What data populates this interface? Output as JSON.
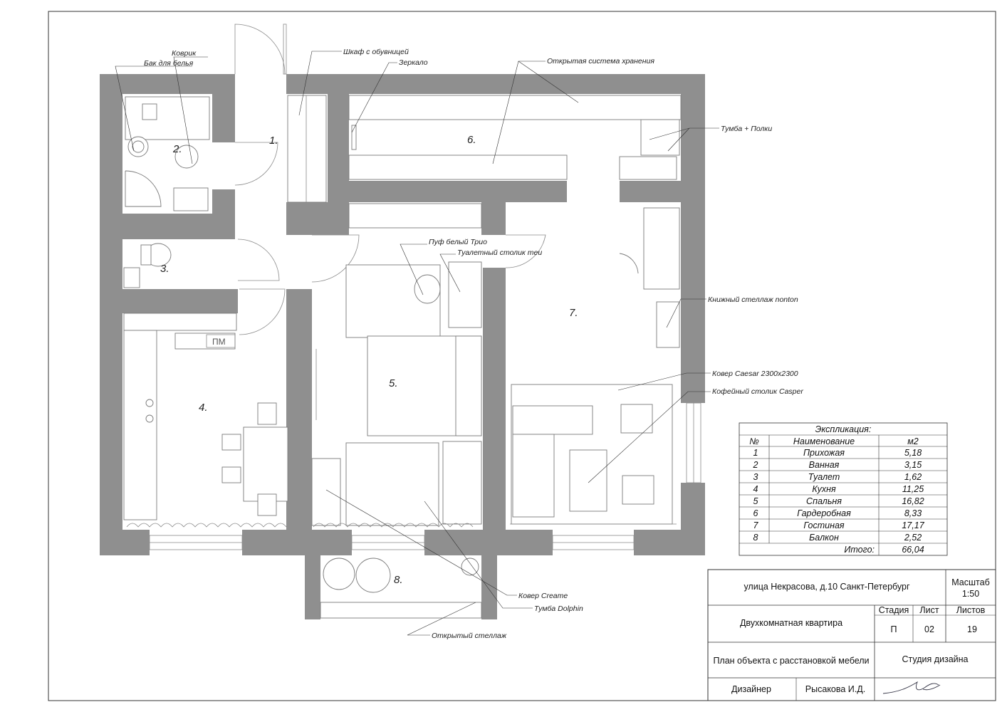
{
  "rooms": [
    {
      "num": "1."
    },
    {
      "num": "2."
    },
    {
      "num": "3."
    },
    {
      "num": "4."
    },
    {
      "num": "5."
    },
    {
      "num": "6."
    },
    {
      "num": "7."
    },
    {
      "num": "8."
    }
  ],
  "kitchen_mark": "ПМ",
  "callouts": {
    "rug": "Коврик",
    "laundry": "Бак для белья",
    "wardrobe_shoes": "Шкаф с обувницей",
    "mirror": "Зеркало",
    "open_storage": "Открытая система хранения",
    "cabinet_shelves": "Тумба + Полки",
    "pouf": "Пуф белый Трио",
    "dressing_table": "Туалетный столик теи",
    "bookcase": "Книжный стеллаж nonton",
    "carpet_caesar": "Ковер Caesar 2300х2300",
    "coffee_table": "Кофейный столик Casper",
    "carpet_creame": "Ковер Creame",
    "cabinet_dolphin": "Тумба Dolphin",
    "open_rack": "Открытый стеллаж"
  },
  "explication": {
    "title": "Экспликация:",
    "headers": [
      "№",
      "Наименование",
      "м2"
    ],
    "rows": [
      [
        "1",
        "Прихожая",
        "5,18"
      ],
      [
        "2",
        "Ванная",
        "3,15"
      ],
      [
        "3",
        "Туалет",
        "1,62"
      ],
      [
        "4",
        "Кухня",
        "11,25"
      ],
      [
        "5",
        "Спальня",
        "16,82"
      ],
      [
        "6",
        "Гардеробная",
        "8,33"
      ],
      [
        "7",
        "Гостиная",
        "17,17"
      ],
      [
        "8",
        "Балкон",
        "2,52"
      ]
    ],
    "total_label": "Итого:",
    "total_value": "66,04"
  },
  "stamp": {
    "address": "улица Некрасова, д.10 Санкт-Петербург",
    "scale_label": "Масштаб",
    "scale_value": "1:50",
    "project": "Двухкомнатная квартира",
    "stage_label": "Стадия",
    "sheet_label": "Лист",
    "sheets_label": "Листов",
    "stage_value": "П",
    "sheet_value": "02",
    "sheets_value": "19",
    "drawing_title": "План объекта с расстановкой мебели",
    "studio": "Студия дизайна",
    "designer_label": "Дизайнер",
    "designer_name": "Рысакова И.Д."
  }
}
